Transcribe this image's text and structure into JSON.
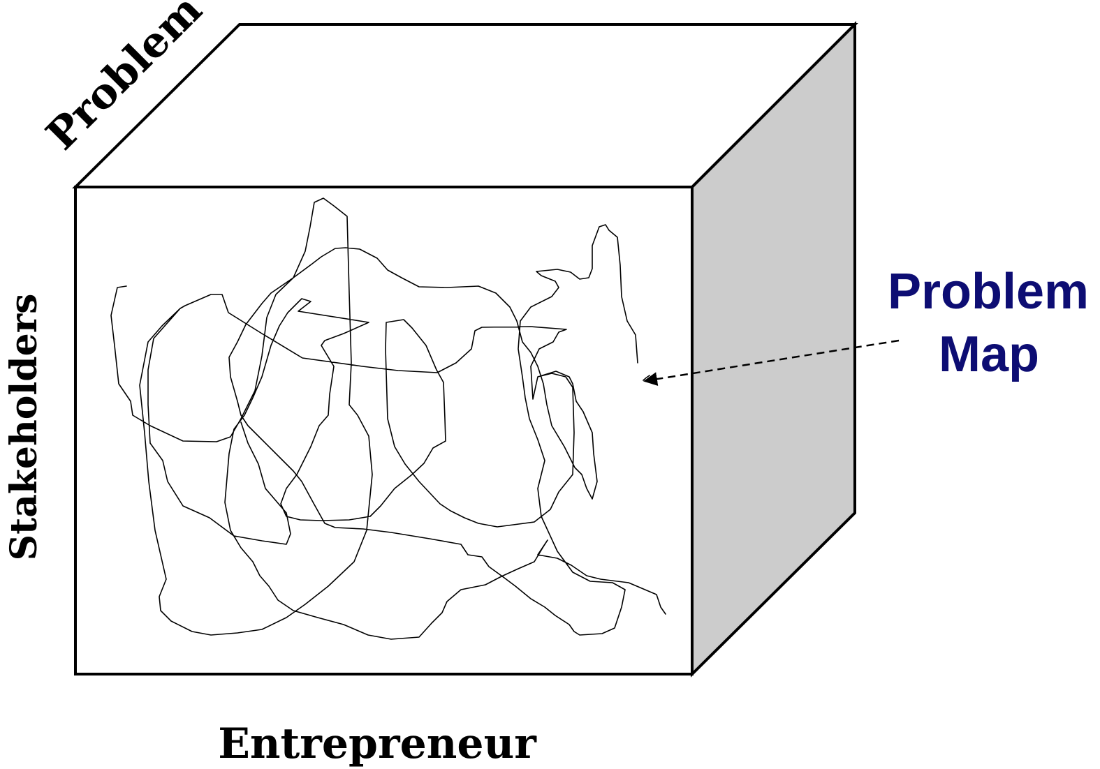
{
  "labels": {
    "top_axis": "Problem",
    "left_axis": "Stakeholders",
    "bottom_axis": "Entrepreneur",
    "callout_line1": "Problem",
    "callout_line2": "Map"
  },
  "colors": {
    "outline": "#000000",
    "front_face": "#ffffff",
    "top_face": "#ffffff",
    "side_face": "#cccccc",
    "callout_text": "#0d0d73",
    "scribble": "#000000"
  }
}
